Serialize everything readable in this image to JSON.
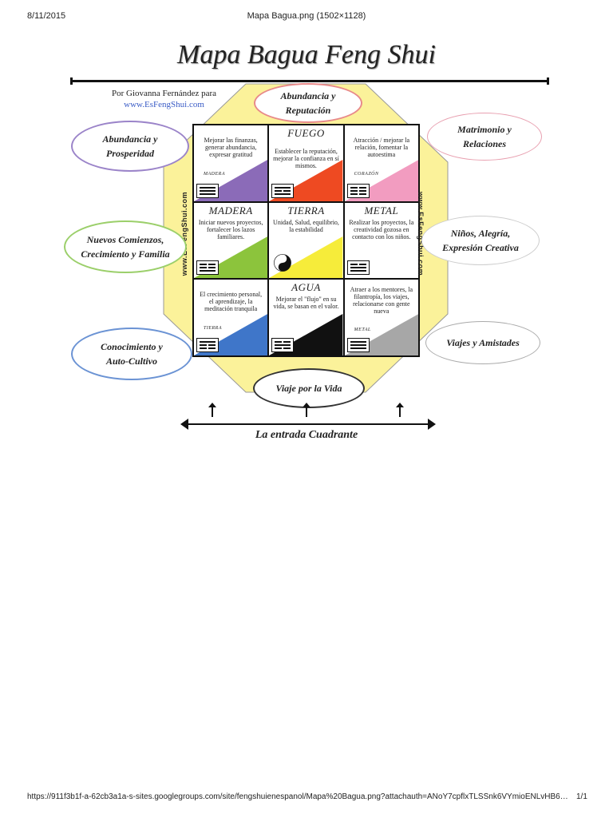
{
  "browser": {
    "date": "8/11/2015",
    "tab_title": "Mapa Bagua.png (1502×1128)",
    "url": "https://911f3b1f-a-62cb3a1a-s-sites.googlegroups.com/site/fengshuienespanol/Mapa%20Bagua.png?attachauth=ANoY7cpflxTLSSnk6VYmioENLvHB6d3Q8Um…",
    "page_count": "1/1"
  },
  "diagram": {
    "title": "Mapa Bagua Feng Shui",
    "credit_line": "Por Giovanna Fernández para",
    "credit_url": "www.EsFengShui.com",
    "side_url_left": "www.EsFengShui.com",
    "side_url_right": "www.EsFengShui.com",
    "entrance_label": "La entrada Cuadrante",
    "areas": {
      "top": [
        "Abundancia y",
        "Reputación"
      ],
      "top_left": [
        "Abundancia y",
        "Prosperidad"
      ],
      "top_right": [
        "Matrimonio y",
        "Relaciones"
      ],
      "mid_left": [
        "Nuevos Comienzos,",
        "Crecimiento y Familia"
      ],
      "mid_right": [
        "Niños, Alegría,",
        "Expresión Creativa"
      ],
      "bot_left": [
        "Conocimiento y",
        "Auto-Cultivo"
      ],
      "bot_right": [
        "Viajes y Amistades"
      ],
      "bottom": [
        "Viaje por la Vida"
      ]
    },
    "cells": [
      {
        "element": "",
        "text": "Mejorar las finanzas, generar abundancia, expresar gratitud",
        "tag": "MADERA",
        "color": "#8b6bb8"
      },
      {
        "element": "FUEGO",
        "text": "Establecer la reputación, mejorar la confianza en sí mismos.",
        "tag": "",
        "color": "#ee4a22"
      },
      {
        "element": "",
        "text": "Atracción / mejorar la relación, fomentar la autoestima",
        "tag": "CORAZÓN",
        "color": "#f29cc0"
      },
      {
        "element": "MADERA",
        "text": "Iniciar nuevos proyectos, fortalecer los lazos familiares.",
        "tag": "",
        "color": "#8cc43c"
      },
      {
        "element": "TIERRA",
        "text": "Unidad, Salud, equilibrio, la estabilidad",
        "tag": "",
        "color": "#f6ec3a"
      },
      {
        "element": "METAL",
        "text": "Realizar los proyectos, la creatividad gozosa en contacto con los niños.",
        "tag": "",
        "color": "#ffffff"
      },
      {
        "element": "",
        "text": "El crecimiento personal, el aprendizaje, la meditación tranquila",
        "tag": "TIERRA",
        "color": "#3f76c9"
      },
      {
        "element": "AGUA",
        "text": "Mejorar el \"flujo\" en su vida, se basan en el valor.",
        "tag": "",
        "color": "#111111"
      },
      {
        "element": "",
        "text": "Atraer a los mentores, la filantropía, los viajes, relacionarse con gente nueva",
        "tag": "METAL",
        "color": "#a7a7a7"
      }
    ]
  }
}
